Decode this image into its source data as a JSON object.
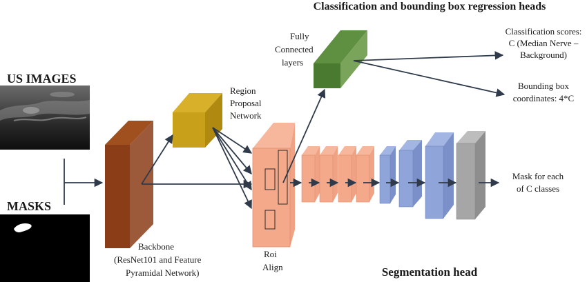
{
  "title": "Classification and bounding box regression heads",
  "inputs": {
    "us_images_label": "US IMAGES",
    "masks_label": "MASKS"
  },
  "backbone": {
    "line1": "Backbone",
    "line2": "(ResNet101 and Feature",
    "line3": "Pyramidal Network)"
  },
  "rpn": {
    "line1": "Region",
    "line2": "Proposal",
    "line3": "Network"
  },
  "fc": {
    "line1": "Fully",
    "line2": "Connected",
    "line3": "layers"
  },
  "roi": {
    "line1": "Roi",
    "line2": "Align"
  },
  "outputs": {
    "classification": [
      "Classification scores:",
      "C (Median Nerve –",
      "Background)"
    ],
    "bbox": [
      "Bounding box",
      "coordinates: 4*C"
    ],
    "mask": [
      "Mask for each",
      "of C classes"
    ]
  },
  "segmentation_head": "Segmentation head",
  "colors": {
    "backbone": "#8a3d16",
    "rpn": "#c9a01a",
    "fc": "#4a7a30",
    "roi": "#f4a98a",
    "seg_orange": "#f4a98a",
    "seg_blue": "#8fa4d8",
    "seg_gray": "#a6a6a6",
    "arrow": "#2f3a4a"
  }
}
